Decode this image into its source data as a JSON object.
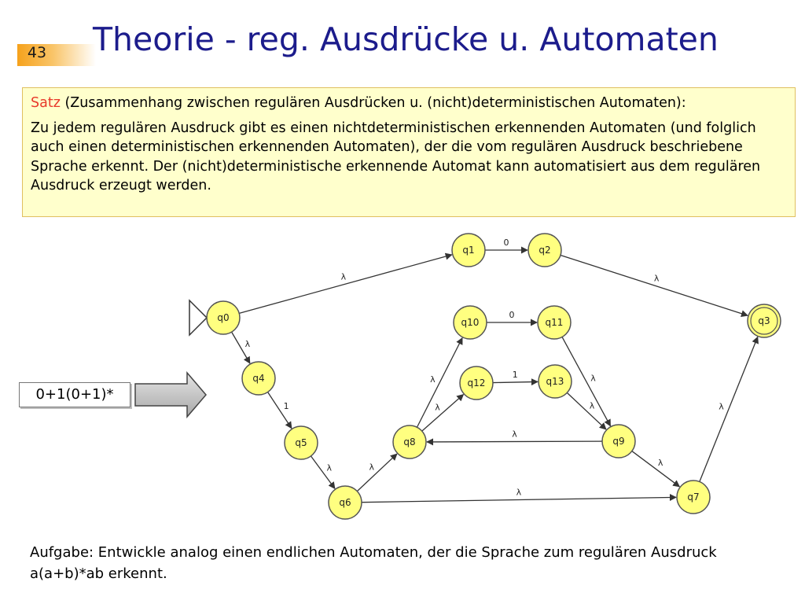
{
  "slide": {
    "number": "43",
    "title": "Theorie - reg. Ausdrücke u. Automaten"
  },
  "theorem": {
    "keyword": "Satz",
    "heading_rest": " (Zusammenhang zwischen regulären Ausdrücken u. (nicht)deterministischen Automaten):",
    "body": "Zu jedem regulären Ausdruck gibt es einen nichtdeterministischen erkennenden Automaten (und folglich auch einen deterministischen erkennenden Automaten), der die vom regulären Ausdruck beschriebene Sprache erkennt. Der (nicht)deterministische erkennende Automat kann automatisiert aus dem regulären Ausdruck erzeugt werden."
  },
  "regex": "0+1(0+1)*",
  "task": "Aufgabe: Entwickle analog einen endlichen Automaten, der die Sprache zum regulären Ausdruck a(a+b)*ab erkennt.",
  "colors": {
    "title": "#1c1c8c",
    "satz": "#e8392a",
    "theorem_bg": "#ffffcc",
    "state_fill": "#ffff80",
    "state_stroke": "#555555"
  },
  "automaton": {
    "initial": "q0",
    "accepting": [
      "q3"
    ],
    "states": [
      "q0",
      "q1",
      "q2",
      "q3",
      "q4",
      "q5",
      "q6",
      "q7",
      "q8",
      "q9",
      "q10",
      "q11",
      "q12",
      "q13"
    ],
    "transitions": [
      {
        "from": "q0",
        "to": "q1",
        "label": "λ"
      },
      {
        "from": "q1",
        "to": "q2",
        "label": "0"
      },
      {
        "from": "q2",
        "to": "q3",
        "label": "λ"
      },
      {
        "from": "q0",
        "to": "q4",
        "label": "λ"
      },
      {
        "from": "q4",
        "to": "q5",
        "label": "1"
      },
      {
        "from": "q5",
        "to": "q6",
        "label": "λ"
      },
      {
        "from": "q6",
        "to": "q8",
        "label": "λ"
      },
      {
        "from": "q6",
        "to": "q7",
        "label": "λ"
      },
      {
        "from": "q8",
        "to": "q10",
        "label": "λ"
      },
      {
        "from": "q8",
        "to": "q12",
        "label": "λ"
      },
      {
        "from": "q10",
        "to": "q11",
        "label": "0"
      },
      {
        "from": "q12",
        "to": "q13",
        "label": "1"
      },
      {
        "from": "q11",
        "to": "q9",
        "label": "λ"
      },
      {
        "from": "q13",
        "to": "q9",
        "label": "λ"
      },
      {
        "from": "q9",
        "to": "q8",
        "label": "λ"
      },
      {
        "from": "q9",
        "to": "q7",
        "label": "λ"
      },
      {
        "from": "q7",
        "to": "q3",
        "label": "λ"
      }
    ]
  }
}
